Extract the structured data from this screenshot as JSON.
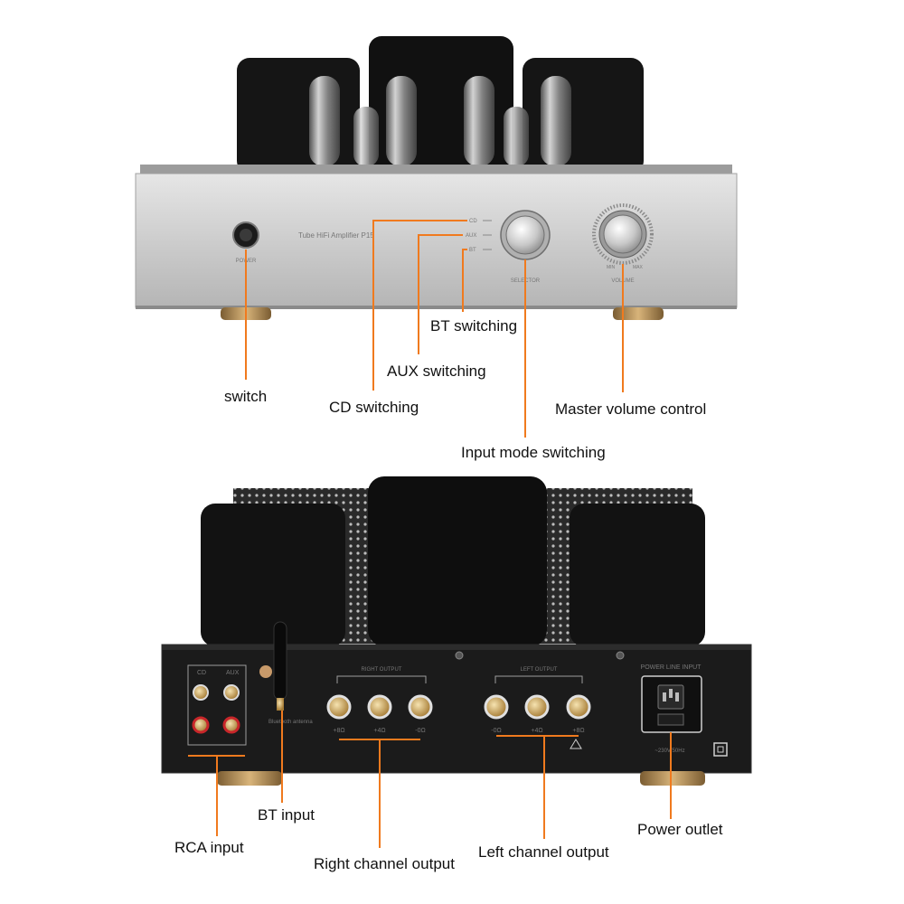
{
  "colors": {
    "leader": "#f07a1e",
    "chassis_silver": "#c9c9c9",
    "chassis_black": "#1a1a1a",
    "transformer_black": "#141414",
    "feet_brass": "#b8935a",
    "text": "#111111"
  },
  "front_panel": {
    "model_text": "Tube HiFi Amplifier P15",
    "power_label": "POWER",
    "selector_label": "SELECTOR",
    "volume_label": "VOLUME",
    "selector_positions": [
      "CD",
      "AUX",
      "BT"
    ],
    "volume_min": "MIN",
    "volume_max": "MAX"
  },
  "rear_panel": {
    "cd_label": "CD",
    "aux_label": "AUX",
    "bt_antenna_label": "Bluetooth antenna",
    "right_output_label": "RIGHT OUTPUT",
    "left_output_label": "LEFT OUTPUT",
    "power_line_label": "POWER LINE INPUT",
    "voltage_label": "~230V/50Hz",
    "right_terminals": [
      "+8Ω",
      "+4Ω",
      "-0Ω"
    ],
    "left_terminals": [
      "-0Ω",
      "+4Ω",
      "+8Ω"
    ]
  },
  "callouts": {
    "switch": "switch",
    "cd_switching": "CD switching",
    "aux_switching": "AUX switching",
    "bt_switching": "BT switching",
    "master_volume": "Master volume control",
    "input_mode": "Input mode switching",
    "rca_input": "RCA input",
    "bt_input": "BT input",
    "right_channel": "Right channel output",
    "left_channel": "Left channel output",
    "power_outlet": "Power outlet"
  }
}
